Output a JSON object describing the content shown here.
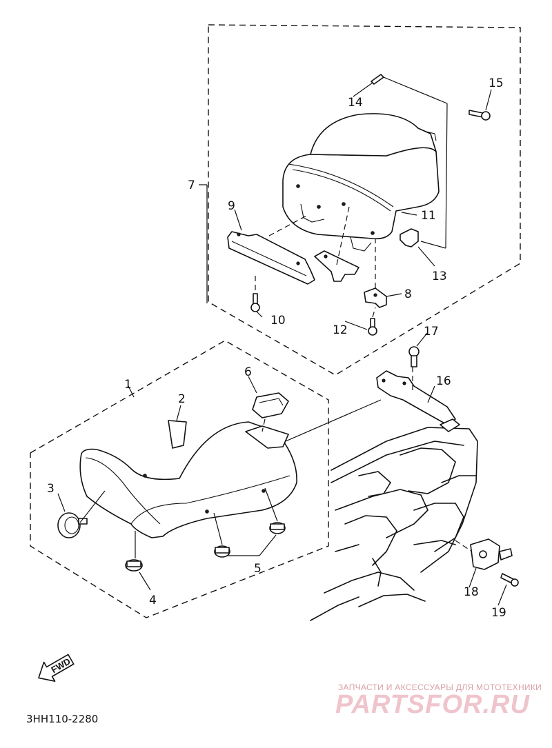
{
  "diagram_code": "3HH110-2280",
  "fwd_label": "FWD",
  "watermark": {
    "tagline": "ЗАПЧАСТИ И АКСЕССУАРЫ ДЛЯ МОТОТЕХНИКИ",
    "brand": "PARTSFOR.RU"
  },
  "callouts": {
    "n1": "1",
    "n2": "2",
    "n3": "3",
    "n4": "4",
    "n5": "5",
    "n6": "6",
    "n7": "7",
    "n8": "8",
    "n9": "9",
    "n10": "10",
    "n11": "11",
    "n12": "12",
    "n13": "13",
    "n14": "14",
    "n15": "15",
    "n16": "16",
    "n17": "17",
    "n18": "18",
    "n19": "19"
  }
}
